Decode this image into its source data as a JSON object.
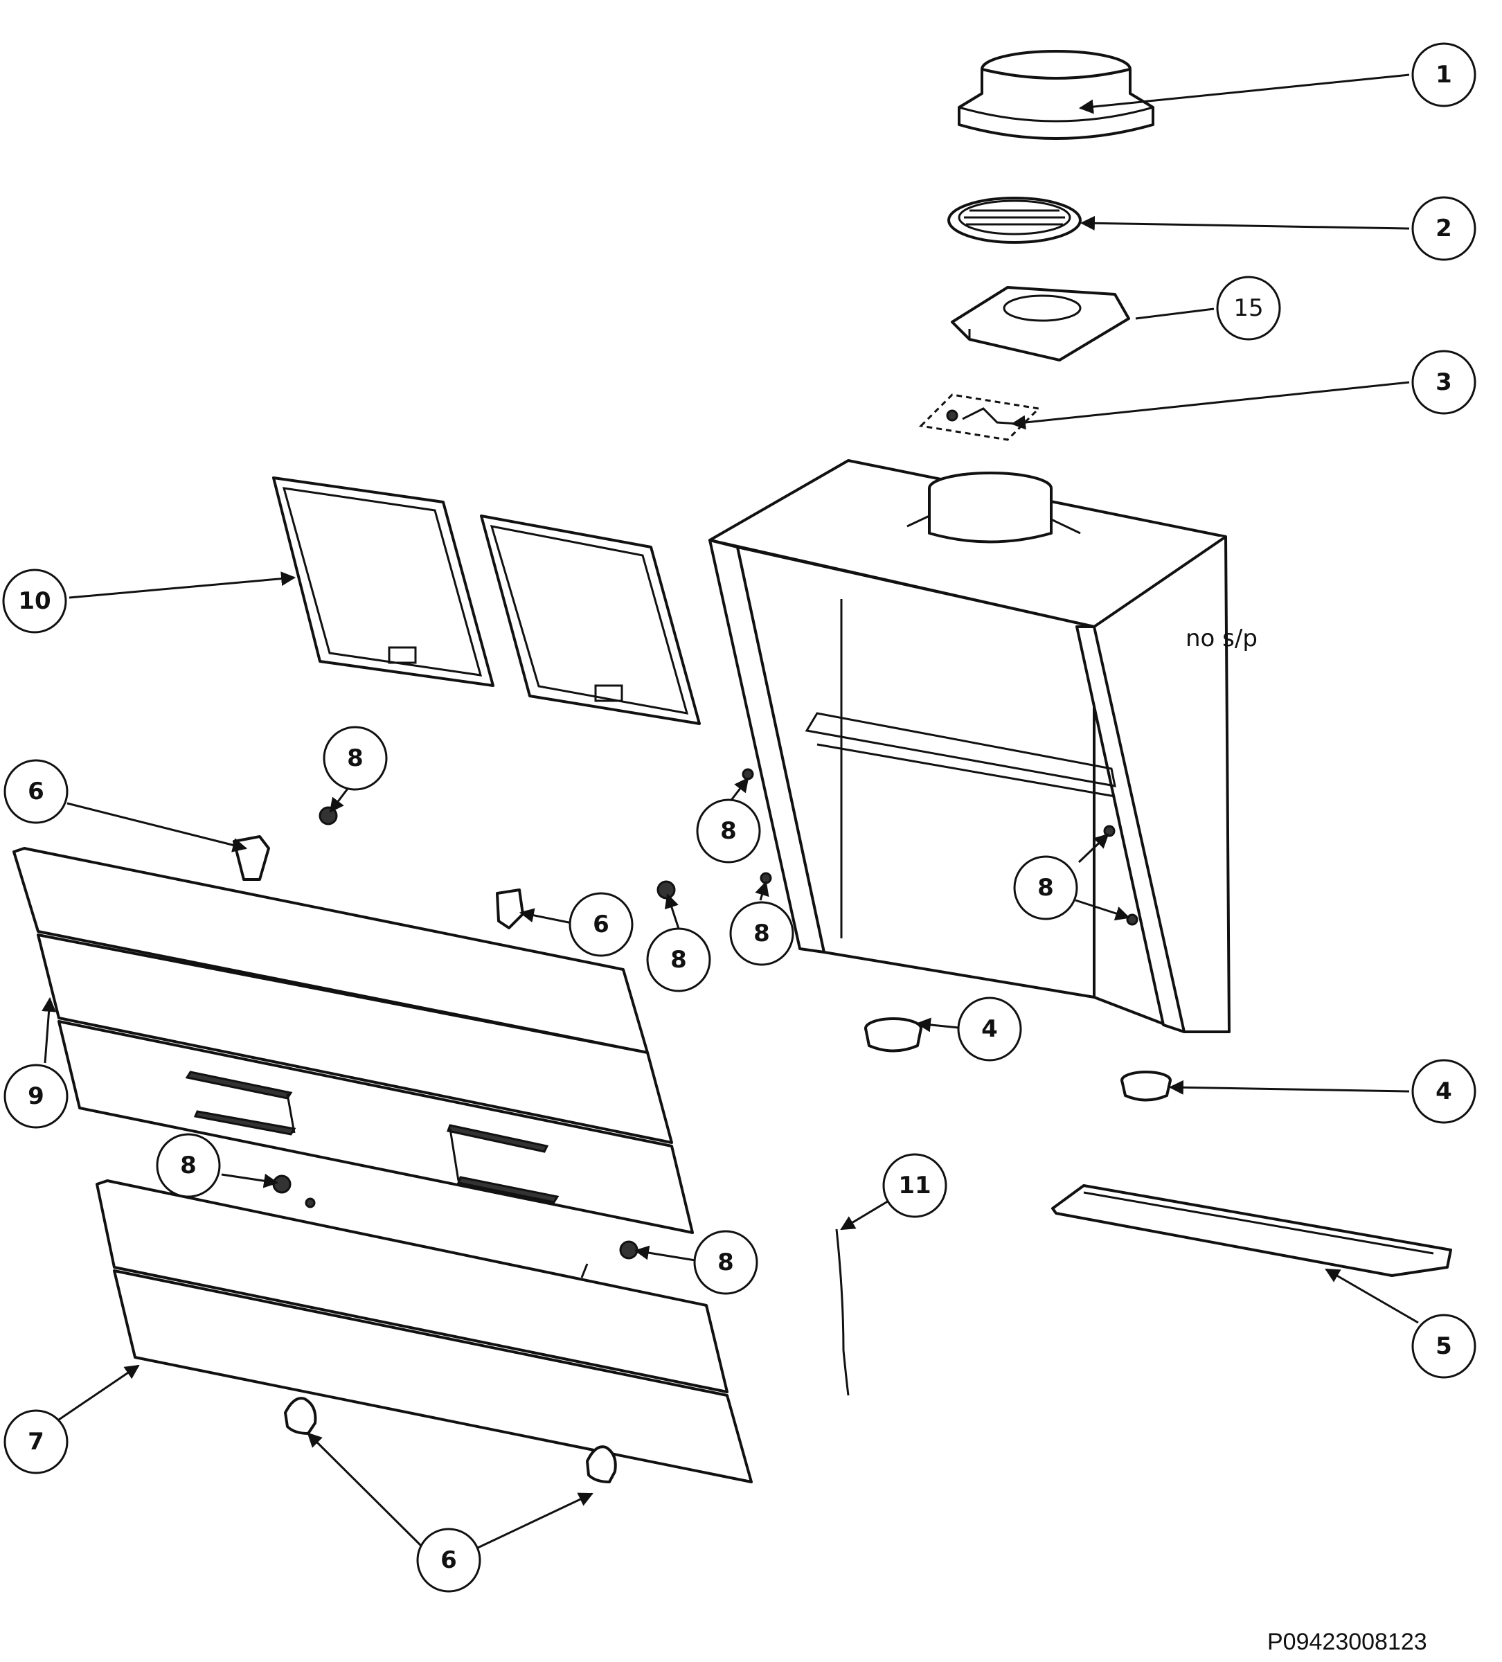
{
  "callouts": {
    "c1": "1",
    "c2": "2",
    "c15": "15",
    "c3": "3",
    "c10": "10",
    "c8a": "8",
    "c6a": "6",
    "c8b": "8",
    "c8c": "8",
    "c8d": "8",
    "c8e": "8",
    "c6b": "6",
    "c4a": "4",
    "c4b": "4",
    "c9": "9",
    "c8f": "8",
    "c8g": "8",
    "c11": "11",
    "c5": "5",
    "c7": "7",
    "c6c": "6"
  },
  "note": "no s/p",
  "drawing_code": "P09423008123",
  "colors": {
    "line": "#111111",
    "background": "#ffffff"
  }
}
